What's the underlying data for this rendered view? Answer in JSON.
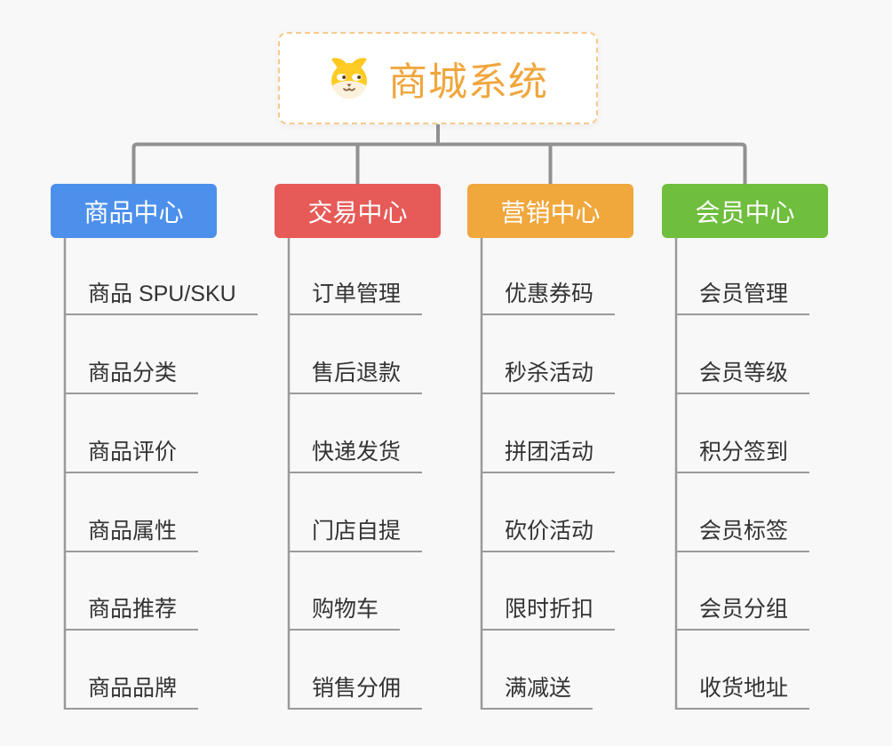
{
  "root": {
    "title": "商城系统",
    "icon": "dog-face-icon"
  },
  "branches": [
    {
      "label": "商品中心",
      "color": "#4C90EC",
      "children": [
        "商品 SPU/SKU",
        "商品分类",
        "商品评价",
        "商品属性",
        "商品推荐",
        "商品品牌"
      ]
    },
    {
      "label": "交易中心",
      "color": "#E65A57",
      "children": [
        "订单管理",
        "售后退款",
        "快递发货",
        "门店自提",
        "购物车",
        "销售分佣"
      ]
    },
    {
      "label": "营销中心",
      "color": "#F0A73C",
      "children": [
        "优惠券码",
        "秒杀活动",
        "拼团活动",
        "砍价活动",
        "限时折扣",
        "满减送"
      ]
    },
    {
      "label": "会员中心",
      "color": "#6FBE3E",
      "children": [
        "会员管理",
        "会员等级",
        "积分签到",
        "会员标签",
        "会员分组",
        "收货地址"
      ]
    }
  ],
  "colors": {
    "background": "#F8F8F8",
    "connector": "#919191",
    "leaf_line": "#9A9A9A",
    "leaf_text": "#333333",
    "root_border": "#F5CA8E",
    "root_title": "#F0A63C"
  }
}
